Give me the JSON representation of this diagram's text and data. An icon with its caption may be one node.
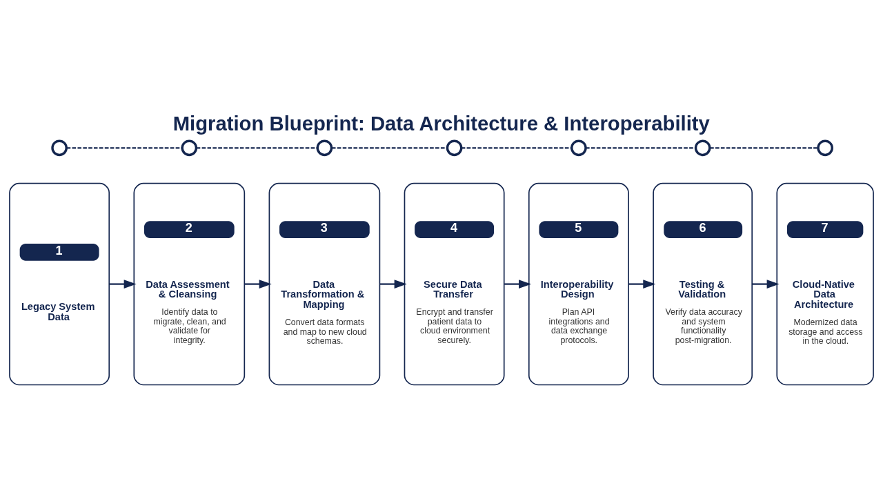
{
  "diagram": {
    "title": "Migration Blueprint: Data Architecture & Interoperability",
    "nodes": [
      {
        "text": [
          "1",
          "Legacy System Data"
        ]
      },
      {
        "text": [
          "2",
          "Data Assessment & Cleansing",
          "Identify data to migrate, clean, and validate for integrity."
        ]
      },
      {
        "text": [
          "3",
          "Data Transformation & Mapping",
          "Convert data formats and map to new cloud schemas."
        ]
      },
      {
        "text": [
          "4",
          "Secure Data Transfer",
          "Encrypt and transfer patient data to cloud environment securely."
        ]
      },
      {
        "text": [
          "5",
          "Interoperability Design",
          "Plan API integrations and data exchange protocols."
        ]
      },
      {
        "text": [
          "6",
          "Testing & Validation",
          "Verify data accuracy and system functionality post-migration."
        ]
      },
      {
        "text": [
          "7",
          "Cloud-Native Data Architecture",
          "Modernized data storage and access in the cloud."
        ]
      },
      {
        "text": [],
        "shape": "circle"
      },
      {
        "text": [],
        "shape": "circle"
      },
      {
        "text": [],
        "shape": "circle"
      },
      {
        "text": [],
        "shape": "circle"
      },
      {
        "text": [],
        "shape": "circle"
      },
      {
        "text": [],
        "shape": "circle"
      },
      {
        "text": [],
        "shape": "circle"
      }
    ],
    "edges": [
      {
        "from": 0,
        "to": 1,
        "arrow": "to"
      },
      {
        "from": 1,
        "to": 2,
        "arrow": "to"
      },
      {
        "from": 2,
        "to": 3,
        "arrow": "to"
      },
      {
        "from": 3,
        "to": 4,
        "arrow": "to"
      },
      {
        "from": 4,
        "to": 5,
        "arrow": "to"
      },
      {
        "from": 5,
        "to": 6,
        "arrow": "to"
      },
      {
        "from": 7,
        "to": 8,
        "arrow": "none",
        "style": "dashed"
      },
      {
        "from": 8,
        "to": 9,
        "arrow": "none",
        "style": "dashed"
      },
      {
        "from": 9,
        "to": 10,
        "arrow": "none",
        "style": "dashed"
      },
      {
        "from": 10,
        "to": 11,
        "arrow": "none",
        "style": "dashed"
      },
      {
        "from": 11,
        "to": 12,
        "arrow": "none",
        "style": "dashed"
      },
      {
        "from": 12,
        "to": 13,
        "arrow": "none",
        "style": "dashed"
      }
    ]
  }
}
